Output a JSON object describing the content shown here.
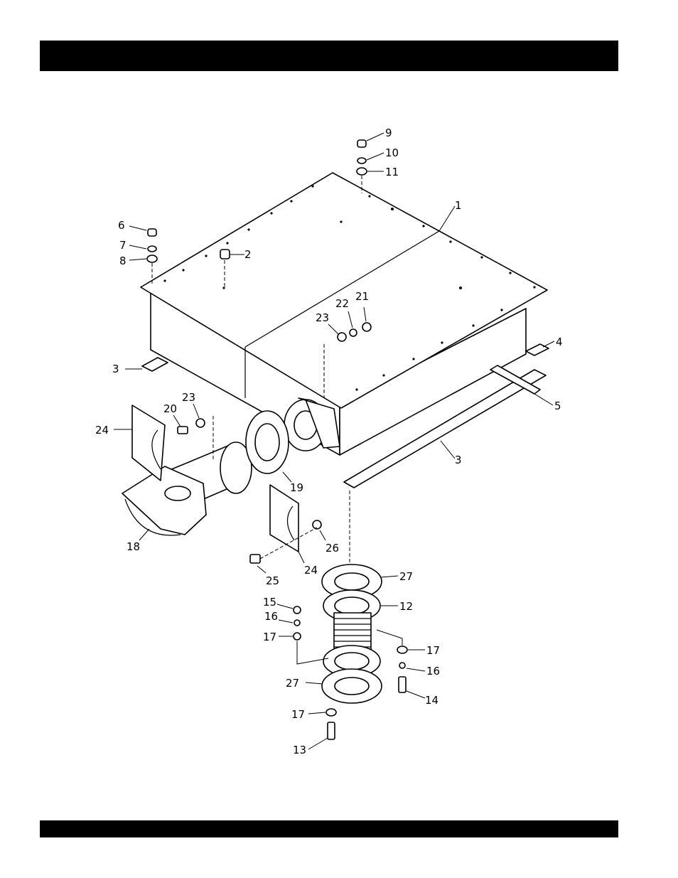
{
  "header_bar": {
    "color": "#000000"
  },
  "footer_bar": {
    "color": "#000000"
  },
  "diagram": {
    "callouts": [
      "1",
      "2",
      "3",
      "3",
      "4",
      "5",
      "6",
      "7",
      "8",
      "9",
      "10",
      "11",
      "12",
      "13",
      "14",
      "15",
      "16",
      "16",
      "17",
      "17",
      "17",
      "18",
      "19",
      "20",
      "21",
      "22",
      "23",
      "23",
      "24",
      "24",
      "25",
      "26",
      "27",
      "27"
    ]
  }
}
